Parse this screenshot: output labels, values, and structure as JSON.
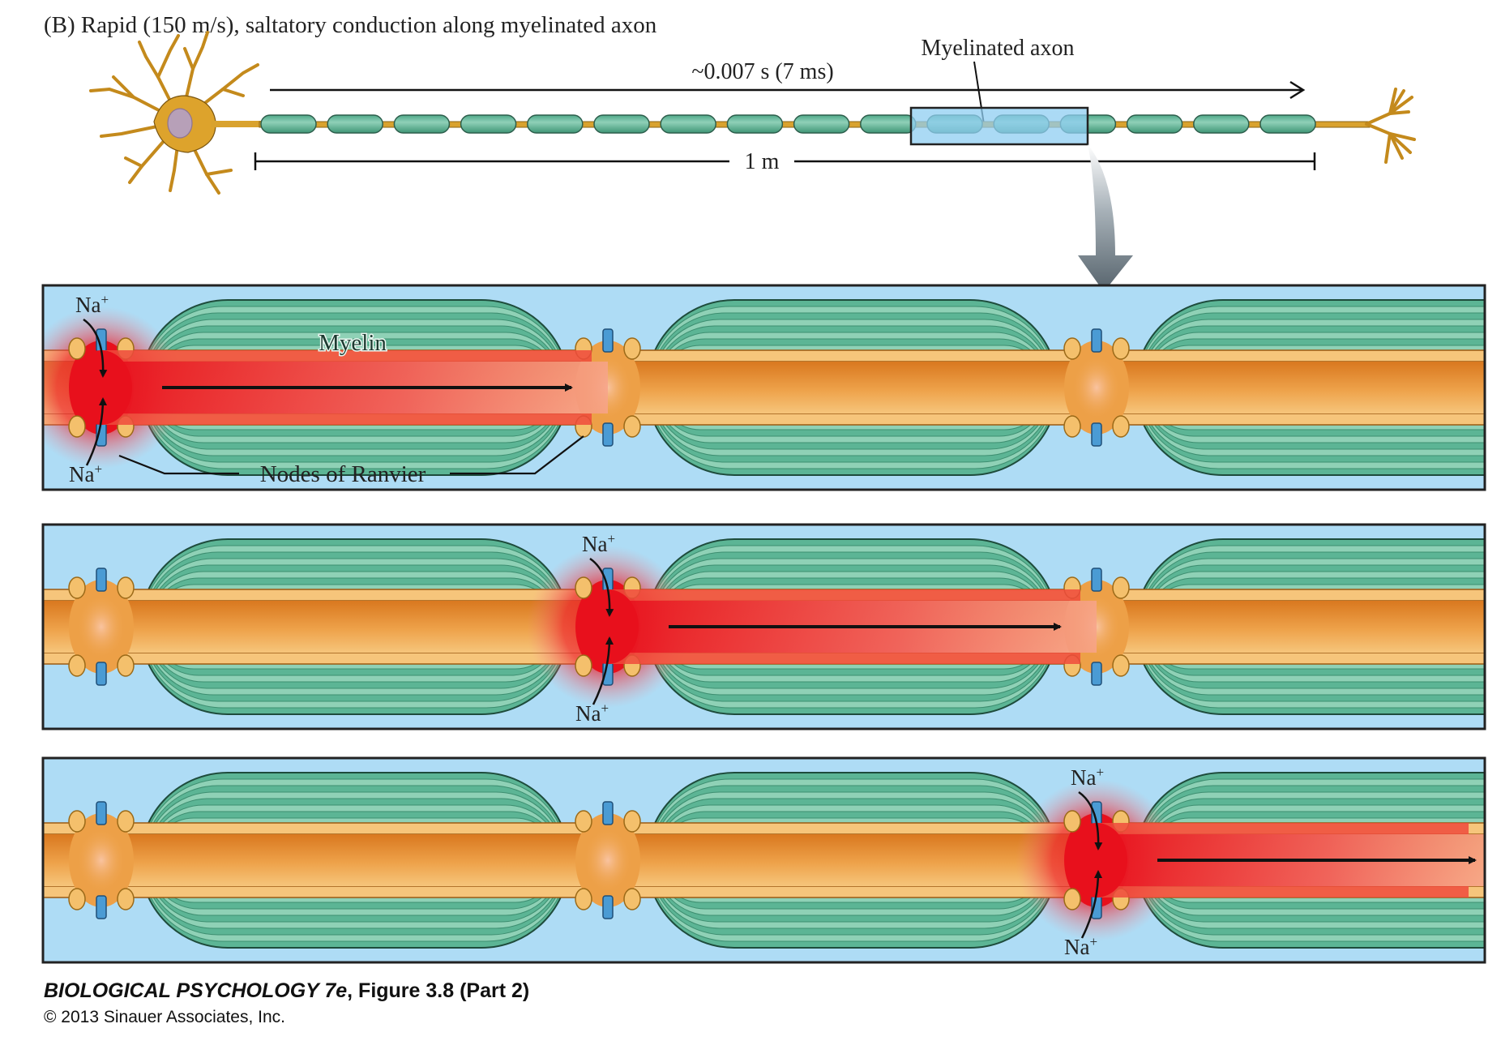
{
  "figure": {
    "heading": "(B)  Rapid (150 m/s), saltatory conduction along myelinated axon",
    "time_label": "~0.007 s (7 ms)",
    "distance_label": "1 m",
    "callout_label": "Myelinated axon",
    "panels": [
      {
        "active_node": 0,
        "labels": {
          "na_top": "Na",
          "na_bottom": "Na",
          "charge": "+",
          "myelin": "Myelin",
          "nodes": "Nodes of Ranvier"
        }
      },
      {
        "active_node": 1,
        "labels": {
          "na_top": "Na",
          "na_bottom": "Na",
          "charge": "+"
        }
      },
      {
        "active_node": 2,
        "labels": {
          "na_top": "Na",
          "na_bottom": "Na",
          "charge": "+"
        }
      }
    ],
    "colors": {
      "extracellular": "#aedcf5",
      "myelin": "#5fb89a",
      "myelin_dark": "#2f8a6c",
      "axon": "#e99a3c",
      "axon_light": "#f6c57b",
      "depolarized": "#e8101c",
      "channel": "#4a9bd4",
      "neuron": "#d9a22e",
      "arrow_gray": "#6c7a84"
    }
  },
  "footer": {
    "book_title": "BIOLOGICAL PSYCHOLOGY 7e",
    "figure_ref": ", Figure 3.8 (Part 2)",
    "copyright": "© 2013 Sinauer Associates, Inc."
  }
}
